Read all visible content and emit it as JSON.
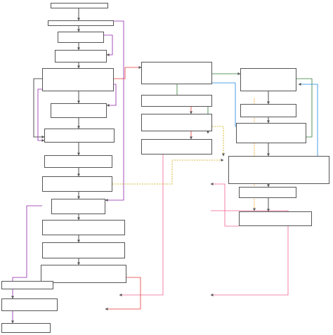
{
  "diagram": {
    "nodes": [
      {
        "id": "n1",
        "lines": [
          {
            "text": "",
            "color": "default"
          }
        ]
      },
      {
        "id": "n2",
        "lines": [
          {
            "text": "",
            "color": "default"
          }
        ]
      },
      {
        "id": "n3",
        "lines": [
          {
            "text": "",
            "color": "default"
          },
          {
            "text": "",
            "color": "default"
          },
          {
            "text": "",
            "color": "default"
          }
        ]
      },
      {
        "id": "n4",
        "lines": [
          {
            "text": "",
            "color": "default"
          },
          {
            "text": "",
            "color": "default"
          },
          {
            "text": "",
            "color": "default"
          }
        ]
      },
      {
        "id": "n5",
        "lines": [
          {
            "text": "",
            "color": "default"
          },
          {
            "text": "",
            "color": "default"
          },
          {
            "text": "",
            "color": "red"
          },
          {
            "text": "",
            "color": "purple"
          },
          {
            "text": "",
            "color": "default"
          },
          {
            "text": "",
            "color": "default"
          }
        ]
      },
      {
        "id": "n6",
        "lines": [
          {
            "text": "",
            "color": "default"
          },
          {
            "text": "",
            "color": "default"
          },
          {
            "text": "",
            "color": "default"
          }
        ]
      },
      {
        "id": "n7",
        "lines": [
          {
            "text": "",
            "color": "default"
          },
          {
            "text": "",
            "color": "default"
          },
          {
            "text": "",
            "color": "default"
          }
        ]
      },
      {
        "id": "n8",
        "lines": [
          {
            "text": "",
            "color": "default"
          },
          {
            "text": "",
            "color": "red"
          },
          {
            "text": "",
            "color": "blue"
          },
          {
            "text": "",
            "color": "default"
          }
        ]
      },
      {
        "id": "n9",
        "lines": [
          {
            "text": "",
            "color": "default"
          },
          {
            "text": "",
            "color": "default"
          },
          {
            "text": "",
            "color": "default"
          }
        ]
      },
      {
        "id": "n10",
        "lines": [
          {
            "text": "",
            "color": "default"
          },
          {
            "text": "",
            "color": "default"
          },
          {
            "text": "",
            "color": "default"
          }
        ]
      },
      {
        "id": "n11",
        "lines": [
          {
            "text": "",
            "color": "default"
          },
          {
            "text": "",
            "color": "default"
          },
          {
            "text": "",
            "color": "default"
          }
        ]
      },
      {
        "id": "n12",
        "lines": [
          {
            "text": "",
            "color": "default"
          },
          {
            "text": "",
            "color": "default"
          },
          {
            "text": "",
            "color": "default"
          },
          {
            "text": "",
            "color": "default"
          }
        ]
      },
      {
        "id": "n13",
        "lines": [
          {
            "text": "",
            "color": "default"
          },
          {
            "text": "",
            "color": "default"
          },
          {
            "text": "",
            "color": "default"
          },
          {
            "text": "",
            "color": "default"
          }
        ]
      },
      {
        "id": "n14",
        "lines": [
          {
            "text": "",
            "color": "default"
          },
          {
            "text": "",
            "color": "default"
          },
          {
            "text": "",
            "color": "default"
          },
          {
            "text": "",
            "color": "default"
          }
        ]
      },
      {
        "id": "n15",
        "lines": [
          {
            "text": "",
            "color": "default"
          },
          {
            "text": "",
            "color": "default"
          },
          {
            "text": "",
            "color": "default"
          },
          {
            "text": "",
            "color": "default"
          }
        ]
      },
      {
        "id": "n16",
        "lines": [
          {
            "text": "",
            "color": "default"
          },
          {
            "text": "",
            "color": "default"
          }
        ]
      },
      {
        "id": "n17",
        "lines": [
          {
            "text": "",
            "color": "default"
          },
          {
            "text": "",
            "color": "default"
          }
        ]
      },
      {
        "id": "n18",
        "lines": [
          {
            "text": "",
            "color": "default"
          },
          {
            "text": "",
            "color": "default"
          },
          {
            "text": "",
            "color": "red"
          },
          {
            "text": "",
            "color": "blue"
          },
          {
            "text": "",
            "color": "default"
          }
        ]
      },
      {
        "id": "n19",
        "lines": [
          {
            "text": "",
            "color": "default"
          },
          {
            "text": "",
            "color": "default"
          },
          {
            "text": "",
            "color": "default"
          }
        ]
      },
      {
        "id": "n20",
        "lines": [
          {
            "text": "",
            "color": "default"
          },
          {
            "text": "",
            "color": "default"
          },
          {
            "text": "",
            "color": "default"
          },
          {
            "text": "",
            "color": "default"
          }
        ]
      },
      {
        "id": "n21",
        "lines": [
          {
            "text": "",
            "color": "default"
          },
          {
            "text": "",
            "color": "green"
          },
          {
            "text": "",
            "color": "default"
          }
        ]
      },
      {
        "id": "n22",
        "lines": [
          {
            "text": "",
            "color": "default"
          },
          {
            "text": "",
            "color": "default"
          },
          {
            "text": "",
            "color": "default"
          }
        ]
      },
      {
        "id": "n23",
        "lines": [
          {
            "text": "",
            "color": "default"
          },
          {
            "text": "",
            "color": "default"
          },
          {
            "text": "",
            "color": "default"
          },
          {
            "text": "",
            "color": "default"
          }
        ]
      },
      {
        "id": "n24",
        "lines": [
          {
            "text": "",
            "color": "default"
          },
          {
            "text": "",
            "color": "default"
          },
          {
            "text": "",
            "color": "default"
          }
        ]
      },
      {
        "id": "n25",
        "lines": [
          {
            "text": "",
            "color": "default"
          },
          {
            "text": "",
            "color": "default"
          },
          {
            "text": "",
            "color": "default"
          }
        ]
      },
      {
        "id": "n26",
        "lines": [
          {
            "text": "",
            "color": "default"
          },
          {
            "text": "",
            "color": "default"
          },
          {
            "text": "",
            "color": "default"
          },
          {
            "text": "",
            "color": "default"
          }
        ]
      }
    ],
    "colors": {
      "black": "#222222",
      "red": "#e53935",
      "blue": "#1e88e5",
      "green": "#2e7d32",
      "purple": "#8e24aa",
      "yellow": "#c9a800",
      "pink": "#f06292",
      "orange": "#ff9800"
    }
  }
}
